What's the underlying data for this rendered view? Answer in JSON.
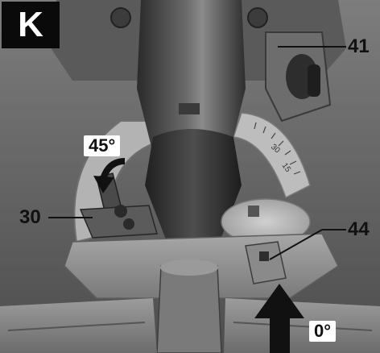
{
  "figure_label": "K",
  "callouts": {
    "c41": "41",
    "c30": "30",
    "c44": "44"
  },
  "angles": {
    "a45": "45°",
    "a0": "0°"
  },
  "scale_marks": [
    "30",
    "15"
  ],
  "colors": {
    "badge": "#0a0a0a",
    "metal_dark": "#3a3a3a",
    "metal_mid": "#6e6e6e",
    "metal_light": "#b5b5b5",
    "arrow": "#111111"
  },
  "icons": {
    "rotate_arrow": "curved-arrow-counterclockwise-icon",
    "push_arrow": "arrow-up-icon"
  }
}
